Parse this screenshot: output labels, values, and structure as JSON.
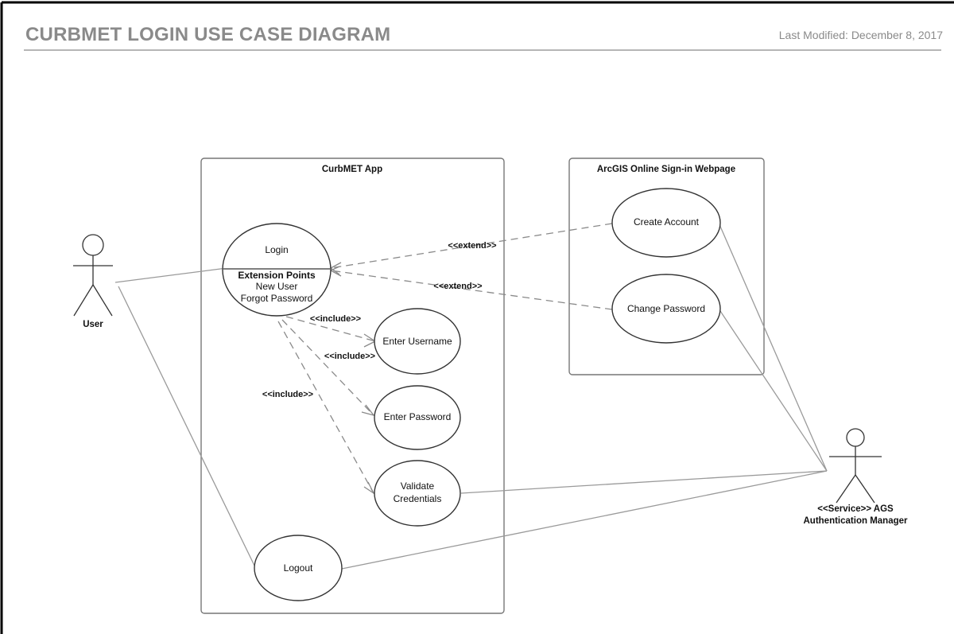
{
  "header": {
    "title": "CURBMET LOGIN USE CASE DIAGRAM",
    "last_modified": "Last Modified: December 8, 2017"
  },
  "systems": {
    "curbmet": "CurbMET App",
    "arcgis": "ArcGIS Online Sign-in Webpage"
  },
  "actors": {
    "user": "User",
    "service_line1": "<<Service>> AGS",
    "service_line2": "Authentication Manager"
  },
  "use_cases": {
    "login": "Login",
    "extension_points_title": "Extension Points",
    "extension_point_1": "New User",
    "extension_point_2": "Forgot Password",
    "enter_username": "Enter Username",
    "enter_password": "Enter Password",
    "validate_line1": "Validate",
    "validate_line2": "Credentials",
    "logout": "Logout",
    "create_account": "Create Account",
    "change_password": "Change Password"
  },
  "relationships": {
    "extend_1": "<<extend>>",
    "extend_2": "<<extend>>",
    "include_1": "<<include>>",
    "include_2": "<<include>>",
    "include_3": "<<include>>"
  }
}
